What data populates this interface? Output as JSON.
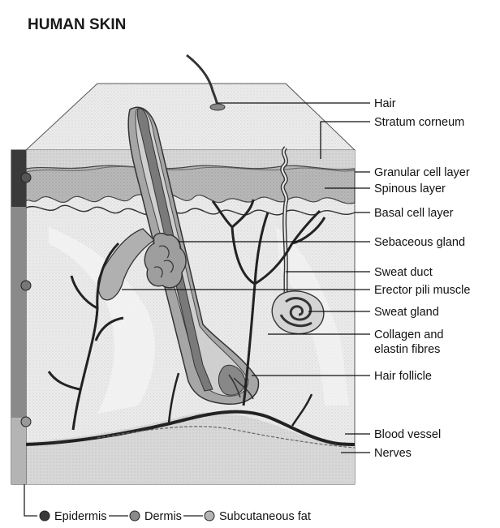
{
  "title": "HUMAN SKIN",
  "labels": {
    "hair": "Hair",
    "stratum_corneum": "Stratum corneum",
    "granular_cell_layer": "Granular cell layer",
    "spinous_layer": "Spinous layer",
    "basal_cell_layer": "Basal cell layer",
    "sebaceous_gland": "Sebaceous gland",
    "sweat_duct": "Sweat duct",
    "erector_pili_muscle": "Erector pili muscle",
    "sweat_gland": "Sweat gland",
    "collagen_line1": "Collagen and",
    "collagen_line2": "elastin fibres",
    "hair_follicle": "Hair follicle",
    "blood_vessel": "Blood vessel",
    "nerves": "Nerves"
  },
  "legend": {
    "epidermis": "Epidermis",
    "dermis": "Dermis",
    "subcutaneous_fat": "Subcutaneous fat"
  }
}
